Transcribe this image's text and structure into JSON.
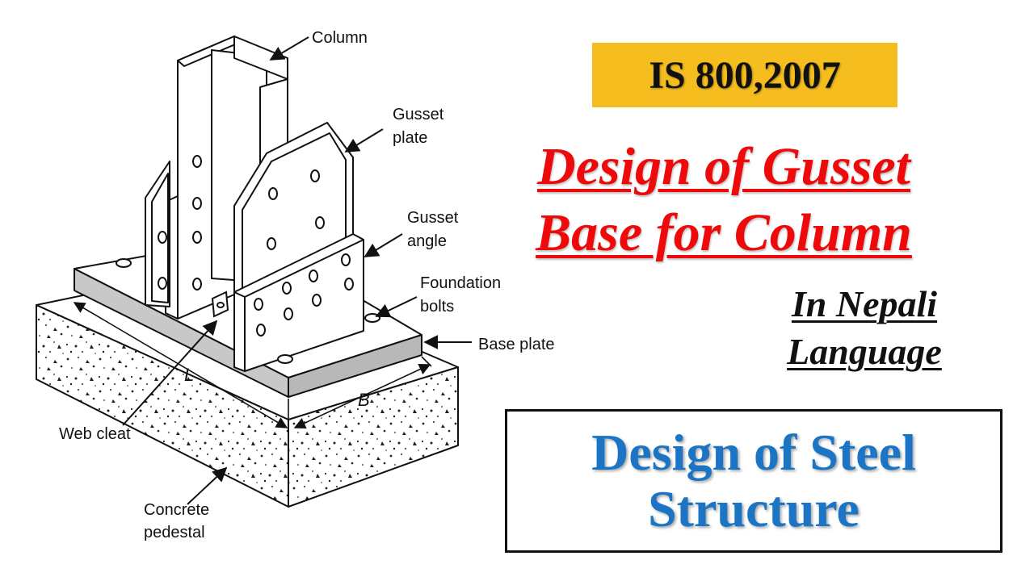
{
  "standard_label": "IS 800,2007",
  "title": {
    "line1": "Design of Gusset",
    "line2": "Base for Column"
  },
  "subtitle": {
    "line1": "In Nepali",
    "line2": "Language"
  },
  "course": {
    "line1": "Design of Steel",
    "line2": "Structure"
  },
  "diagram": {
    "labels": {
      "column": "Column",
      "gusset_plate_1": "Gusset",
      "gusset_plate_2": "plate",
      "gusset_angle_1": "Gusset",
      "gusset_angle_2": "angle",
      "foundation_bolts_1": "Foundation",
      "foundation_bolts_2": "bolts",
      "base_plate": "Base plate",
      "web_cleat": "Web cleat",
      "concrete_pedestal_1": "Concrete",
      "concrete_pedestal_2": "pedestal"
    },
    "dimensions": {
      "length": "L",
      "breadth": "B"
    }
  },
  "colors": {
    "badge": "#f5bd1e",
    "title_red": "#ee0a0a",
    "course_blue": "#1b74c4",
    "base_plate_gray": "#c8c8c8"
  }
}
